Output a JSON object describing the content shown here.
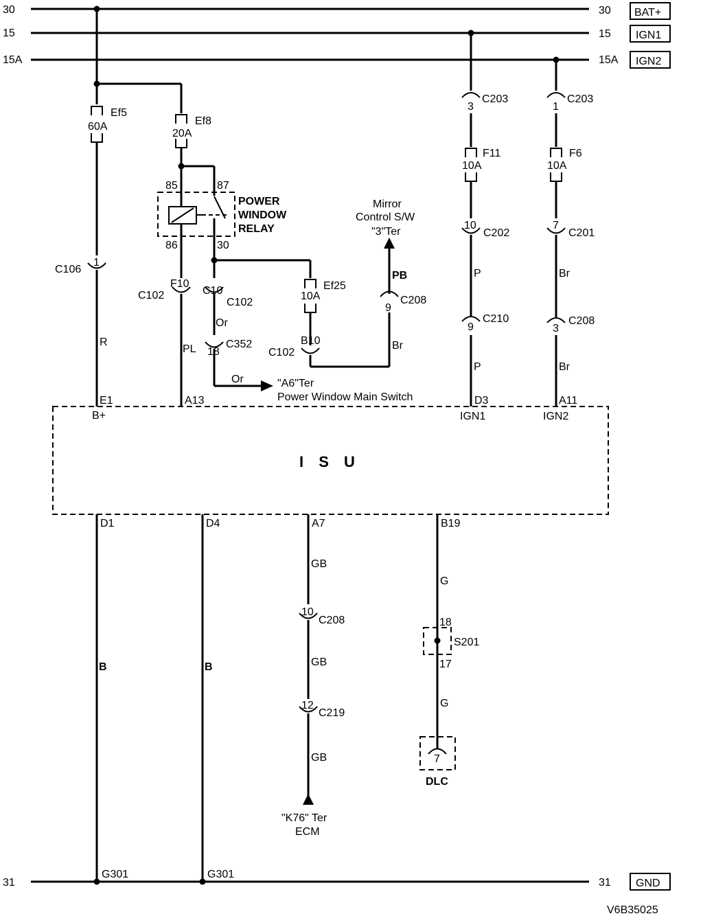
{
  "rails": {
    "r30": {
      "left": "30",
      "right": "30",
      "tag": "BAT+"
    },
    "r15": {
      "left": "15",
      "right": "15",
      "tag": "IGN1"
    },
    "r15a": {
      "left": "15A",
      "right": "15A",
      "tag": "IGN2"
    },
    "r31": {
      "left": "31",
      "right": "31",
      "tag": "GND"
    }
  },
  "fuses": {
    "ef5": {
      "name": "Ef5",
      "rating": "60A"
    },
    "ef8": {
      "name": "Ef8",
      "rating": "20A"
    },
    "ef25": {
      "name": "Ef25",
      "rating": "10A"
    },
    "f11": {
      "name": "F11",
      "rating": "10A"
    },
    "f6": {
      "name": "F6",
      "rating": "10A"
    }
  },
  "relay": {
    "title": [
      "POWER",
      "WINDOW",
      "RELAY"
    ],
    "pins": {
      "p85": "85",
      "p87": "87",
      "p86": "86",
      "p30": "30"
    }
  },
  "connectors": {
    "c106": {
      "name": "C106",
      "pin": "1"
    },
    "c102_f10": {
      "name": "C102",
      "pin": "F10"
    },
    "c102_c10": {
      "name": "C102",
      "pin": "C10"
    },
    "c352": {
      "name": "C352",
      "pin": "18"
    },
    "c102_b10": {
      "name": "C102",
      "pin": "B10"
    },
    "c208_pb": {
      "name": "C208",
      "pin": "9"
    },
    "c203_a": {
      "name": "C203",
      "pin": "3"
    },
    "c203_b": {
      "name": "C203",
      "pin": "1"
    },
    "c202": {
      "name": "C202",
      "pin": "10"
    },
    "c201": {
      "name": "C201",
      "pin": "7"
    },
    "c210": {
      "name": "C210",
      "pin": "9"
    },
    "c208_br": {
      "name": "C208",
      "pin": "3"
    },
    "c208_gb": {
      "name": "C208",
      "pin": "10"
    },
    "c219": {
      "name": "C219",
      "pin": "12"
    }
  },
  "wires": {
    "r": "R",
    "pl": "PL",
    "or1": "Or",
    "or2": "Or",
    "pb": "PB",
    "br1": "Br",
    "p1": "P",
    "p2": "P",
    "br2": "Br",
    "br3": "Br",
    "b1": "B",
    "b2": "B",
    "gb1": "GB",
    "gb2": "GB",
    "gb3": "GB",
    "g1": "G",
    "g2": "G"
  },
  "mirror": [
    "Mirror",
    "Control S/W",
    "\"3\"Ter"
  ],
  "main_switch": [
    "\"A6\"Ter",
    "Power Window Main Switch"
  ],
  "isu": {
    "title": "I S U",
    "top_pins": {
      "e1": "E1",
      "bplus": "B+",
      "a13": "A13",
      "d3": "D3",
      "ign1": "IGN1",
      "a11": "A11",
      "ign2": "IGN2"
    },
    "bottom_pins": {
      "d1": "D1",
      "d4": "D4",
      "a7": "A7",
      "b19": "B19"
    }
  },
  "splice": {
    "name": "S201",
    "in": "18",
    "out": "17"
  },
  "dlc": {
    "name": "DLC",
    "pin": "7"
  },
  "ecm": [
    "\"K76\" Ter",
    "ECM"
  ],
  "grounds": {
    "g1": "G301",
    "g2": "G301"
  },
  "figure_code": "V6B35025"
}
